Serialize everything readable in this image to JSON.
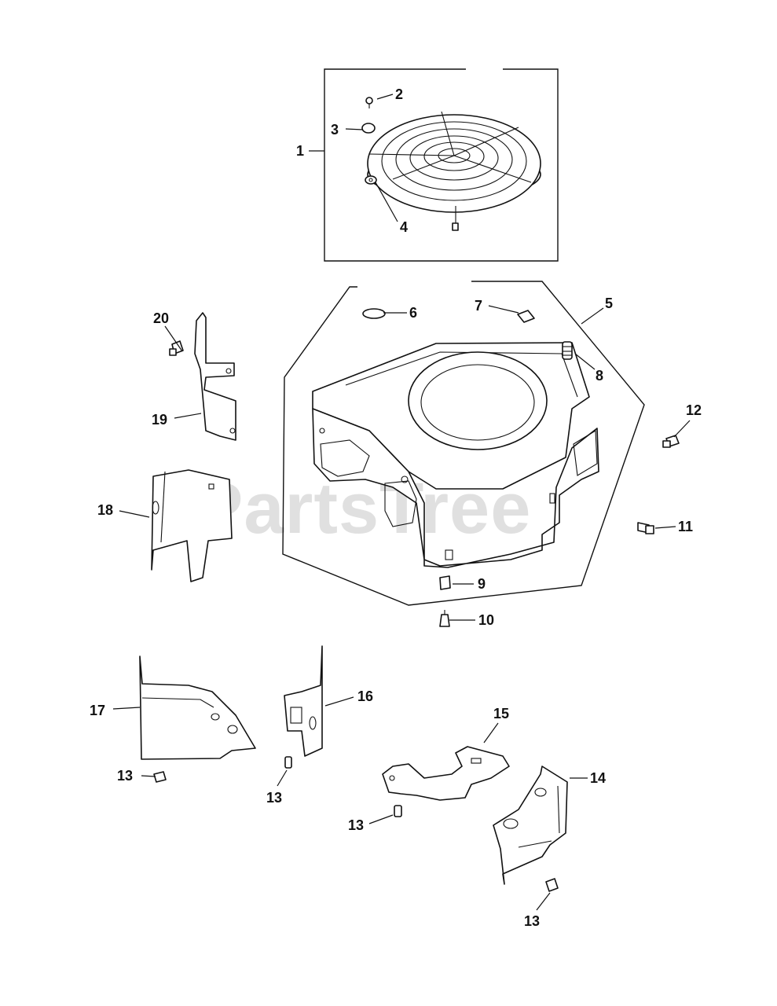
{
  "watermark": {
    "text": "PartsTree",
    "trademark": "™",
    "color": "#c8c8c8"
  },
  "callouts": [
    {
      "id": "1",
      "label": "1"
    },
    {
      "id": "2",
      "label": "2"
    },
    {
      "id": "3",
      "label": "3"
    },
    {
      "id": "4",
      "label": "4"
    },
    {
      "id": "5",
      "label": "5"
    },
    {
      "id": "6",
      "label": "6"
    },
    {
      "id": "7",
      "label": "7"
    },
    {
      "id": "8",
      "label": "8"
    },
    {
      "id": "9",
      "label": "9"
    },
    {
      "id": "10",
      "label": "10"
    },
    {
      "id": "11",
      "label": "11"
    },
    {
      "id": "12",
      "label": "12"
    },
    {
      "id": "13a",
      "label": "13"
    },
    {
      "id": "13b",
      "label": "13"
    },
    {
      "id": "13c",
      "label": "13"
    },
    {
      "id": "13d",
      "label": "13"
    },
    {
      "id": "14",
      "label": "14"
    },
    {
      "id": "15",
      "label": "15"
    },
    {
      "id": "16",
      "label": "16"
    },
    {
      "id": "17",
      "label": "17"
    },
    {
      "id": "18",
      "label": "18"
    },
    {
      "id": "19",
      "label": "19"
    },
    {
      "id": "20",
      "label": "20"
    }
  ]
}
